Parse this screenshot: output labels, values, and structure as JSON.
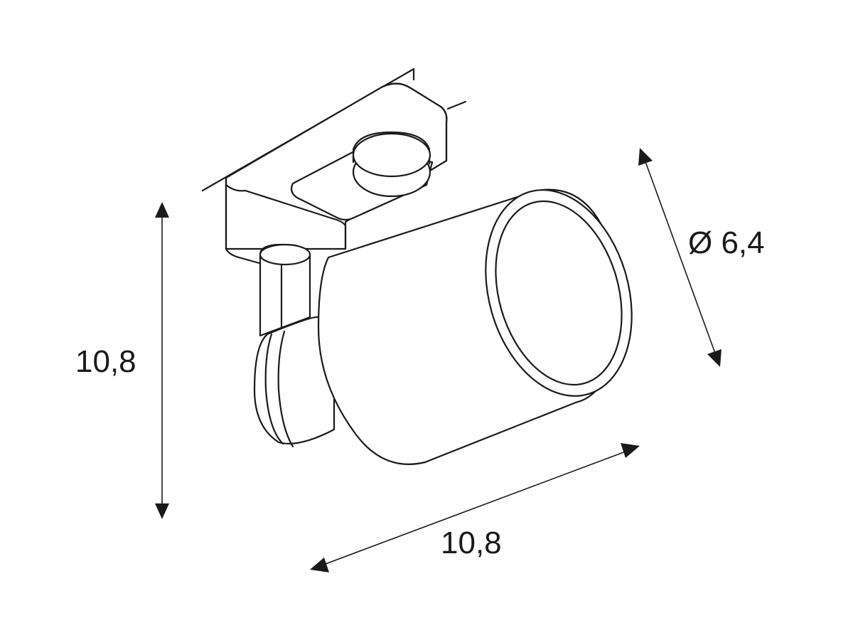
{
  "dimensions": {
    "height": "10,8",
    "length": "10,8",
    "diameter": "Ø 6,4"
  },
  "colors": {
    "line": "#1a1a1a",
    "background": "#ffffff"
  }
}
